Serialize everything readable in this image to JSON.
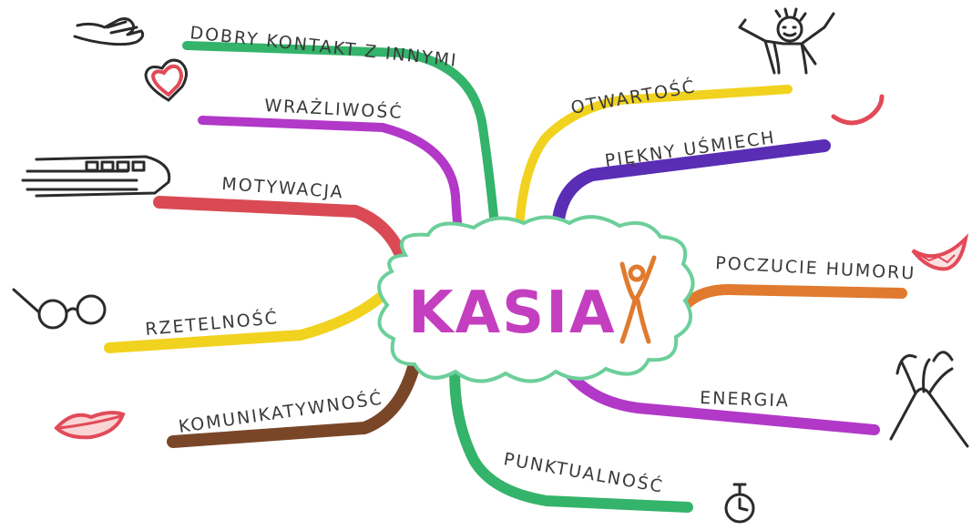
{
  "center": {
    "label": "KASIA",
    "color": "#c43fbf",
    "figure_color": "#e07a2e",
    "cloud_color": "#6ccf9a"
  },
  "branches": [
    {
      "id": "dobry-kontakt",
      "label": "DOBRY KONTAKT Z INNYMI",
      "color": "#34b36a",
      "icon": "waving-hand-icon"
    },
    {
      "id": "wrazliwosc",
      "label": "WRAŻLIWOŚĆ",
      "color": "#b238c8",
      "icon": "heart-icon"
    },
    {
      "id": "motywacja",
      "label": "MOTYWACJA",
      "color": "#d94a55",
      "icon": "train-icon"
    },
    {
      "id": "rzetelnosc",
      "label": "RZETELNOŚĆ",
      "color": "#f1d21f",
      "icon": "glasses-icon"
    },
    {
      "id": "komunikatywnosc",
      "label": "KOMUNIKATYWNOŚĆ",
      "color": "#7a4628",
      "icon": "lips-icon"
    },
    {
      "id": "punktualnosc",
      "label": "PUNKTUALNOŚĆ",
      "color": "#34b36a",
      "icon": "stopwatch-icon"
    },
    {
      "id": "otwartosc",
      "label": "OTWARTOŚĆ",
      "color": "#f1d21f",
      "icon": "cheering-person-icon"
    },
    {
      "id": "piekny-usmiech",
      "label": "PIĘKNY UŚMIECH",
      "color": "#5a2db5",
      "icon": "smile-icon"
    },
    {
      "id": "poczucie-humoru",
      "label": "POCZUCIE HUMORU",
      "color": "#e07a2e",
      "icon": "laughing-mouth-icon"
    },
    {
      "id": "energia",
      "label": "ENERGIA",
      "color": "#b238c8",
      "icon": "volcano-icon"
    }
  ]
}
